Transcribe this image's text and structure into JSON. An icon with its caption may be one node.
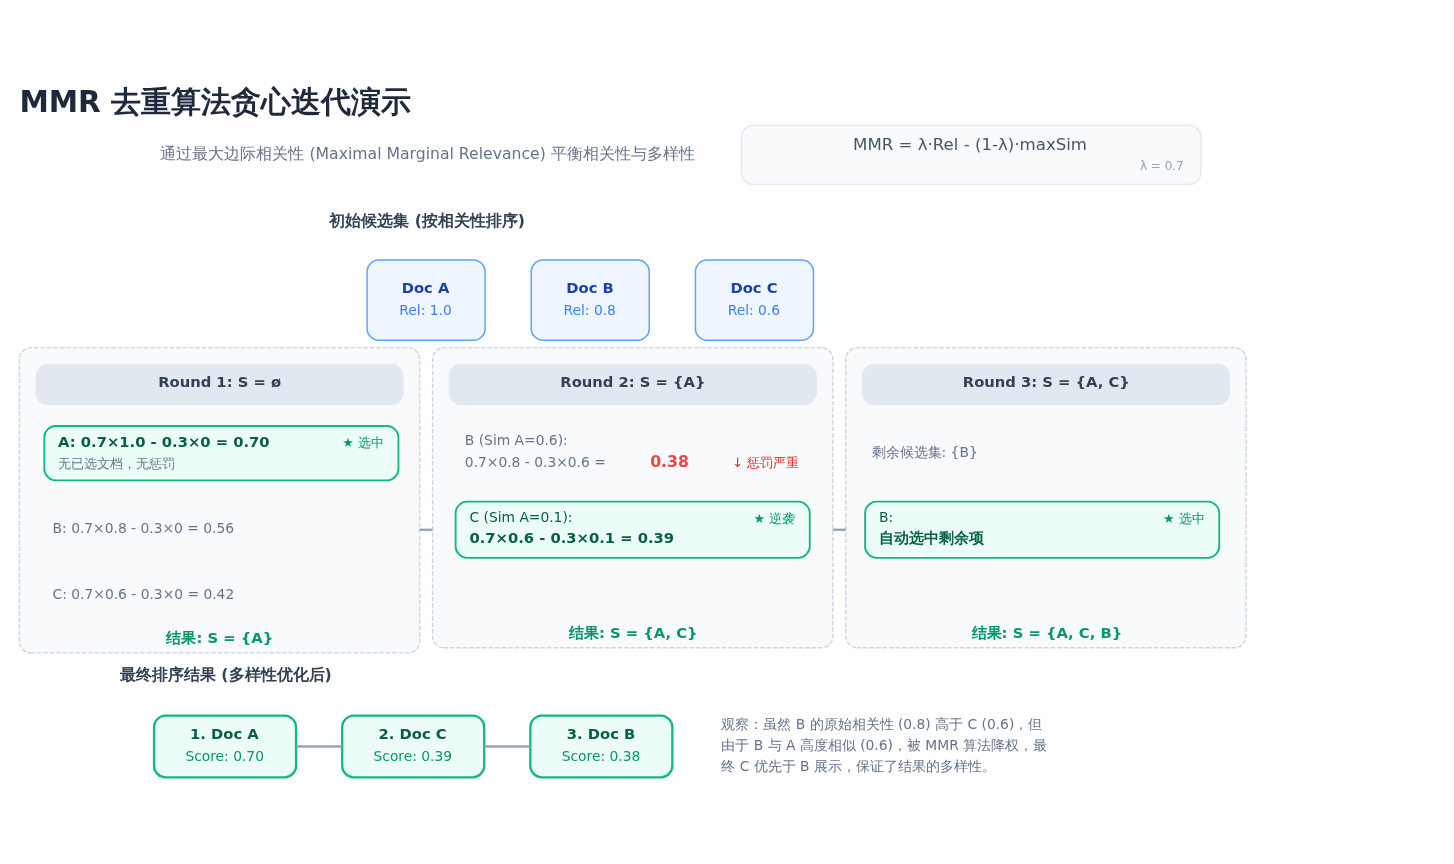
{
  "diagram": {
    "title": "MMR 去重算法贪心迭代演示",
    "nodes": [
      {
        "text": [
          "MMR = λ·Rel - (1-λ)·maxSim",
          "λ = 0.7"
        ]
      },
      {
        "text": [
          "Doc A",
          "Rel: 1.0"
        ]
      },
      {
        "text": [
          "Doc B",
          "Rel: 0.8"
        ]
      },
      {
        "text": [
          "Doc C",
          "Rel: 0.6"
        ]
      },
      {
        "text": [
          "结果: S = {A}"
        ]
      },
      {
        "text": [
          "Round 1: S = ø"
        ],
        "in": 4
      },
      {
        "text": [
          "A: 0.7×1.0 - 0.3×0 = 0.70",
          "★ 选中",
          "无已选文档，无惩罚"
        ],
        "in": 4
      },
      {
        "text": [
          "结果: S = {A, C}"
        ]
      },
      {
        "text": [
          "Round 2: S = {A}"
        ],
        "in": 7
      },
      {
        "text": [
          "C (Sim A=0.1):",
          "★ 逆袭",
          "0.7×0.6 - 0.3×0.1 = 0.39"
        ],
        "in": 7
      },
      {
        "text": [
          "结果: S = {A, C, B}"
        ]
      },
      {
        "text": [
          "Round 3: S = {A, C}"
        ],
        "in": 10
      },
      {
        "text": [
          "B:",
          "★ 选中",
          "自动选中剩余项"
        ],
        "in": 10
      },
      {
        "text": [
          "1. Doc A",
          "Score: 0.70"
        ]
      },
      {
        "text": [
          "2. Doc C",
          "Score: 0.39"
        ]
      },
      {
        "text": [
          "3. Doc B",
          "Score: 0.38"
        ]
      }
    ],
    "edges": [
      {
        "from": 4,
        "to": 7,
        "arrow": "none"
      },
      {
        "from": 7,
        "to": 10,
        "arrow": "none"
      },
      {
        "from": 13,
        "to": 14,
        "arrow": "none"
      },
      {
        "from": 14,
        "to": 15,
        "arrow": "none"
      }
    ],
    "labels": [
      "通过最大边际相关性 (Maximal Marginal Relevance) 平衡相关性与多样性",
      "初始候选集 (按相关性排序)",
      "B: 0.7×0.8 - 0.3×0 = 0.56",
      "C: 0.7×0.6 - 0.3×0 = 0.42",
      "B (Sim A=0.6):",
      "0.7×0.8 - 0.3×0.6 =",
      "0.38",
      "↓ 惩罚严重",
      "剩余候选集: {B}",
      "最终排序结果 (多样性优化后)",
      "观察：虽然 B 的原始相关性 (0.8) 高于 C (0.6)，但由于 B 与 A 高度相似 (0.6)，被 MMR 算法降权，最终 C 优先于 B 展示，保证了结果的多样性。"
    ]
  }
}
